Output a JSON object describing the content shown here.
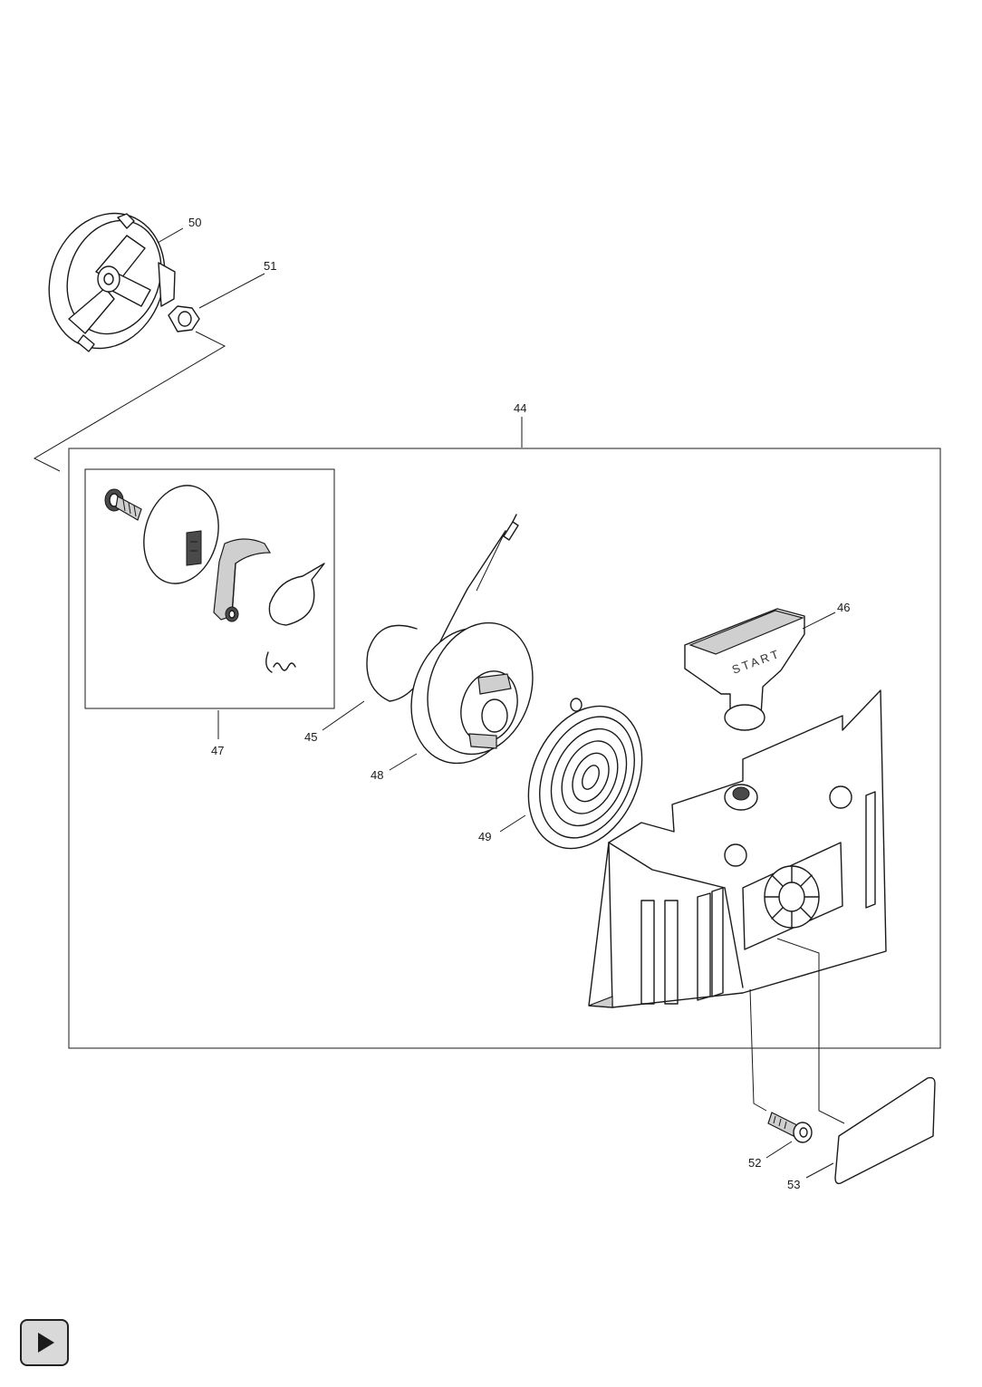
{
  "callouts": {
    "p44": "44",
    "p45": "45",
    "p46": "46",
    "p47": "47",
    "p48": "48",
    "p49": "49",
    "p50": "50",
    "p51": "51",
    "p52": "52",
    "p53": "53"
  },
  "handle_text": "START",
  "nav": {
    "icon": "play-icon"
  }
}
